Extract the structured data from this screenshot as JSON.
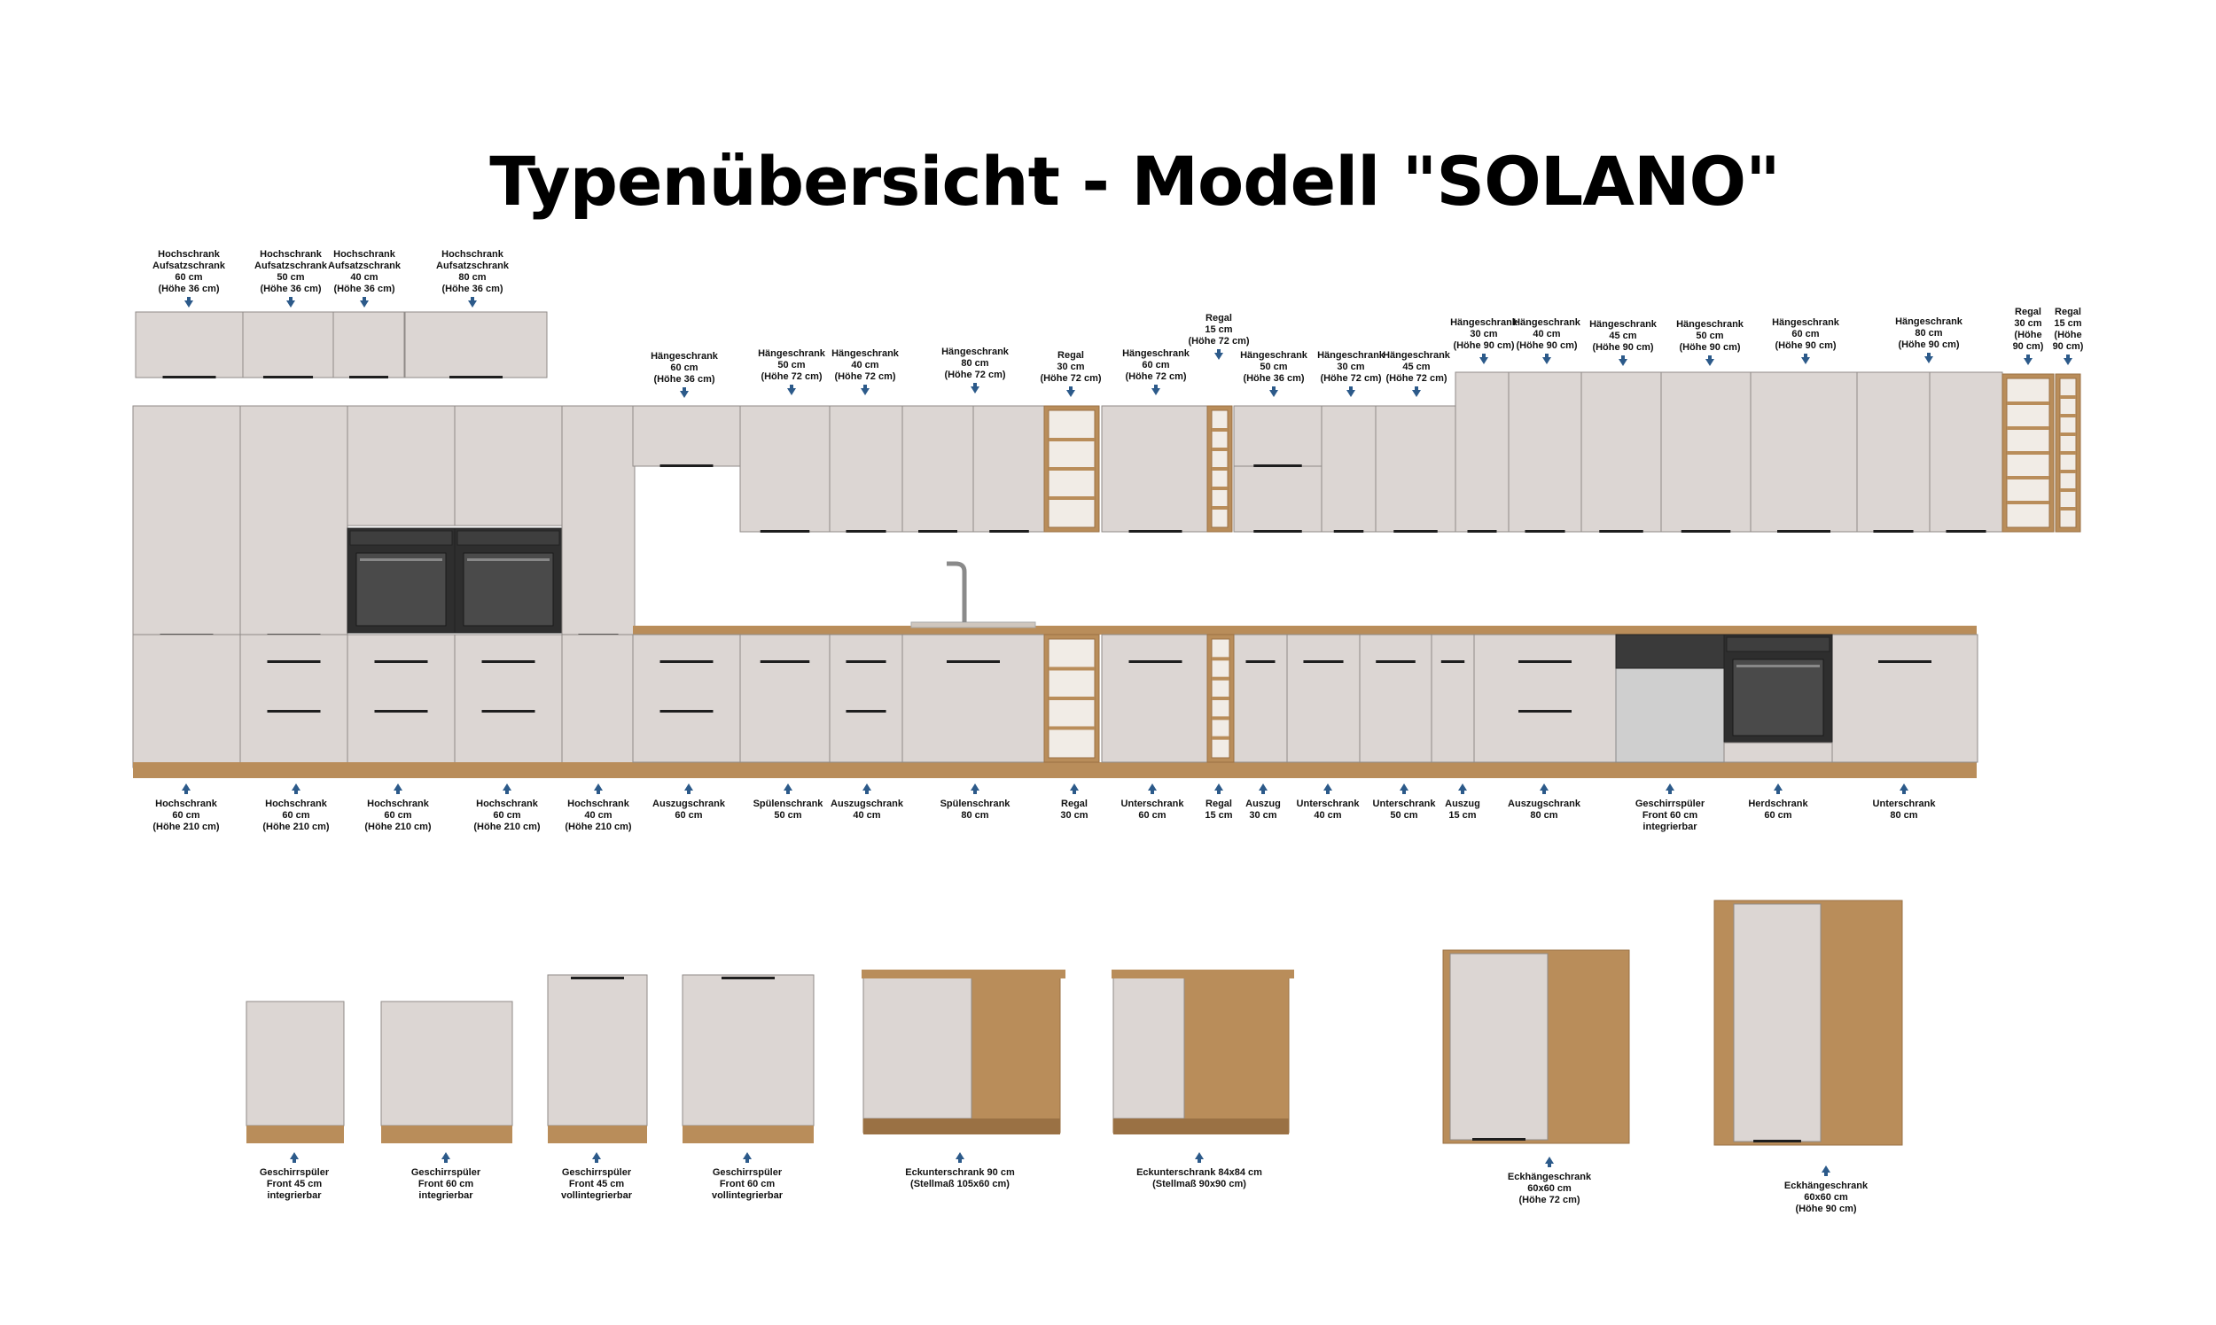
{
  "title": "Typenübersicht - Modell \"SOLANO\"",
  "colors": {
    "front": "#dcd6d3",
    "wood": "#b98d5a",
    "woodDark": "#9a7144",
    "handle": "#1e1e1e",
    "arrow": "#2c5a8a",
    "steel": "#cfcfcf",
    "oven": "#3b3b3b"
  },
  "labels": {
    "top": [
      {
        "lines": [
          "Hochschrank",
          "Aufsatzschrank",
          "60 cm",
          "(Höhe 36 cm)"
        ]
      },
      {
        "lines": [
          "Hochschrank",
          "Aufsatzschrank",
          "50 cm",
          "(Höhe 36 cm)"
        ]
      },
      {
        "lines": [
          "Hochschrank",
          "Aufsatzschrank",
          "40 cm",
          "(Höhe 36 cm)"
        ]
      },
      {
        "lines": [
          "Hochschrank",
          "Aufsatzschrank",
          "80 cm",
          "(Höhe 36 cm)"
        ]
      },
      {
        "lines": [
          "Hängeschrank",
          "60 cm",
          "(Höhe 36 cm)"
        ]
      },
      {
        "lines": [
          "Hängeschrank",
          "50 cm",
          "(Höhe 72 cm)"
        ]
      },
      {
        "lines": [
          "Hängeschrank",
          "40 cm",
          "(Höhe 72 cm)"
        ]
      },
      {
        "lines": [
          "Hängeschrank",
          "80 cm",
          "(Höhe 72 cm)"
        ]
      },
      {
        "lines": [
          "Regal",
          "30 cm",
          "(Höhe 72 cm)"
        ]
      },
      {
        "lines": [
          "Hängeschrank",
          "60 cm",
          "(Höhe 72 cm)"
        ]
      },
      {
        "lines": [
          "Regal",
          "15 cm",
          "(Höhe 72 cm)"
        ]
      },
      {
        "lines": [
          "Hängeschrank",
          "50 cm",
          "(Höhe 36 cm)"
        ]
      },
      {
        "lines": [
          "Hängeschrank",
          "30 cm",
          "(Höhe 72 cm)"
        ]
      },
      {
        "lines": [
          "Hängeschrank",
          "45 cm",
          "(Höhe 72 cm)"
        ]
      },
      {
        "lines": [
          "Hängeschrank",
          "30 cm",
          "(Höhe 90 cm)"
        ]
      },
      {
        "lines": [
          "Hängeschrank",
          "40 cm",
          "(Höhe 90 cm)"
        ]
      },
      {
        "lines": [
          "Hängeschrank",
          "45 cm",
          "(Höhe 90 cm)"
        ]
      },
      {
        "lines": [
          "Hängeschrank",
          "50 cm",
          "(Höhe 90 cm)"
        ]
      },
      {
        "lines": [
          "Hängeschrank",
          "60 cm",
          "(Höhe 90 cm)"
        ]
      },
      {
        "lines": [
          "Hängeschrank",
          "80 cm",
          "(Höhe 90 cm)"
        ]
      },
      {
        "lines": [
          "Regal",
          "30 cm",
          "(Höhe",
          "90 cm)"
        ]
      },
      {
        "lines": [
          "Regal",
          "15 cm",
          "(Höhe",
          "90 cm)"
        ]
      }
    ],
    "bottom": [
      {
        "lines": [
          "Hochschrank",
          "60 cm",
          "(Höhe 210 cm)"
        ]
      },
      {
        "lines": [
          "Hochschrank",
          "60 cm",
          "(Höhe 210 cm)"
        ]
      },
      {
        "lines": [
          "Hochschrank",
          "60 cm",
          "(Höhe 210 cm)"
        ]
      },
      {
        "lines": [
          "Hochschrank",
          "60 cm",
          "(Höhe 210 cm)"
        ]
      },
      {
        "lines": [
          "Hochschrank",
          "40 cm",
          "(Höhe 210 cm)"
        ]
      },
      {
        "lines": [
          "Auszugschrank",
          "60 cm"
        ]
      },
      {
        "lines": [
          "Spülenschrank",
          "50 cm"
        ]
      },
      {
        "lines": [
          "Auszugschrank",
          "40 cm"
        ]
      },
      {
        "lines": [
          "Spülenschrank",
          "80 cm"
        ]
      },
      {
        "lines": [
          "Regal",
          "30 cm"
        ]
      },
      {
        "lines": [
          "Unterschrank",
          "60 cm"
        ]
      },
      {
        "lines": [
          "Regal",
          "15 cm"
        ]
      },
      {
        "lines": [
          "Auszug",
          "30 cm"
        ]
      },
      {
        "lines": [
          "Unterschrank",
          "40 cm"
        ]
      },
      {
        "lines": [
          "Unterschrank",
          "50 cm"
        ]
      },
      {
        "lines": [
          "Auszug",
          "15 cm"
        ]
      },
      {
        "lines": [
          "Auszugschrank",
          "80 cm"
        ]
      },
      {
        "lines": [
          "Geschirrspüler",
          "Front 60 cm",
          "integrierbar"
        ]
      },
      {
        "lines": [
          "Herdschrank",
          "60 cm"
        ]
      },
      {
        "lines": [
          "Unterschrank",
          "80 cm"
        ]
      }
    ],
    "extra": [
      {
        "lines": [
          "Geschirrspüler",
          "Front 45 cm",
          "integrierbar"
        ]
      },
      {
        "lines": [
          "Geschirrspüler",
          "Front 60 cm",
          "integrierbar"
        ]
      },
      {
        "lines": [
          "Geschirrspüler",
          "Front 45 cm",
          "vollintegrierbar"
        ]
      },
      {
        "lines": [
          "Geschirrspüler",
          "Front 60 cm",
          "vollintegrierbar"
        ]
      },
      {
        "lines": [
          "Eckunterschrank 90 cm",
          "(Stellmaß 105x60 cm)"
        ]
      },
      {
        "lines": [
          "Eckunterschrank 84x84 cm",
          "(Stellmaß 90x90 cm)"
        ]
      },
      {
        "lines": [
          "Eckhängeschrank",
          "60x60 cm",
          "(Höhe 72 cm)"
        ]
      },
      {
        "lines": [
          "Eckhängeschrank",
          "60x60 cm",
          "(Höhe 90 cm)"
        ]
      }
    ]
  }
}
